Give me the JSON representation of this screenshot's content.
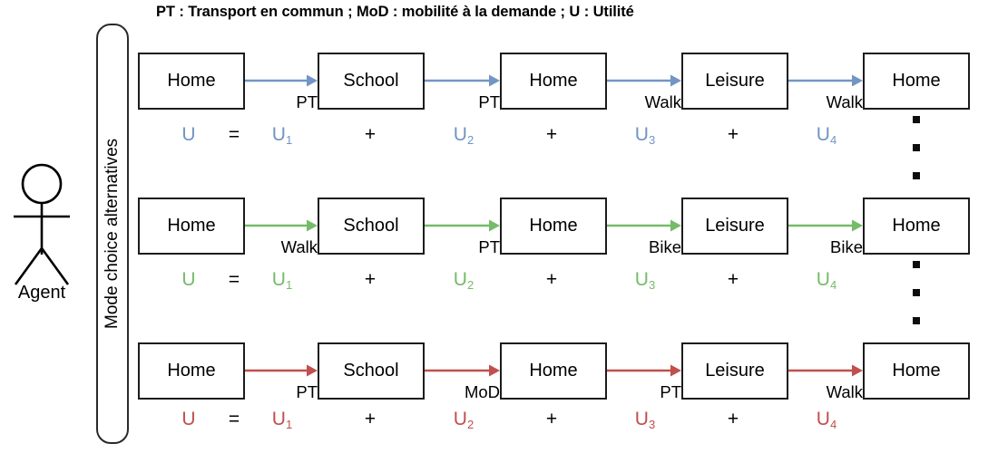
{
  "legend": {
    "text": "PT : Transport en commun ; MoD : mobilité à la demande ; U : Utilité"
  },
  "agent": {
    "label": "Agent",
    "icon": "stick-figure-icon"
  },
  "alternatives_bracket": {
    "label": "Mode choice alternatives"
  },
  "colors": {
    "blue": "#7295c4",
    "green": "#76bb6a",
    "red": "#c0504d",
    "black": "#000000",
    "box_border": "#1c1c1c"
  },
  "rows": [
    {
      "id": "alternative-1",
      "color": "#7295c4",
      "nodes": [
        "Home",
        "School",
        "Home",
        "Leisure",
        "Home"
      ],
      "modes": [
        "PT",
        "PT",
        "Walk",
        "Walk"
      ],
      "utility": {
        "total": "U",
        "equals": "=",
        "plus": "+",
        "terms": [
          "U1",
          "U2",
          "U3",
          "U4"
        ],
        "subscripts": [
          "1",
          "2",
          "3",
          "4"
        ],
        "base": "U"
      }
    },
    {
      "id": "alternative-2",
      "color": "#76bb6a",
      "nodes": [
        "Home",
        "School",
        "Home",
        "Leisure",
        "Home"
      ],
      "modes": [
        "Walk",
        "PT",
        "Bike",
        "Bike"
      ],
      "utility": {
        "total": "U",
        "equals": "=",
        "plus": "+",
        "terms": [
          "U1",
          "U2",
          "U3",
          "U4"
        ],
        "subscripts": [
          "1",
          "2",
          "3",
          "4"
        ],
        "base": "U"
      }
    },
    {
      "id": "alternative-3",
      "color": "#c0504d",
      "nodes": [
        "Home",
        "School",
        "Home",
        "Leisure",
        "Home"
      ],
      "modes": [
        "PT",
        "MoD",
        "PT",
        "Walk"
      ],
      "utility": {
        "total": "U",
        "equals": "=",
        "plus": "+",
        "terms": [
          "U1",
          "U2",
          "U3",
          "U4"
        ],
        "subscripts": [
          "1",
          "2",
          "3",
          "4"
        ],
        "base": "U"
      }
    }
  ],
  "ellipsis": {
    "symbol": "vertical-dots",
    "dot_count": 5
  }
}
